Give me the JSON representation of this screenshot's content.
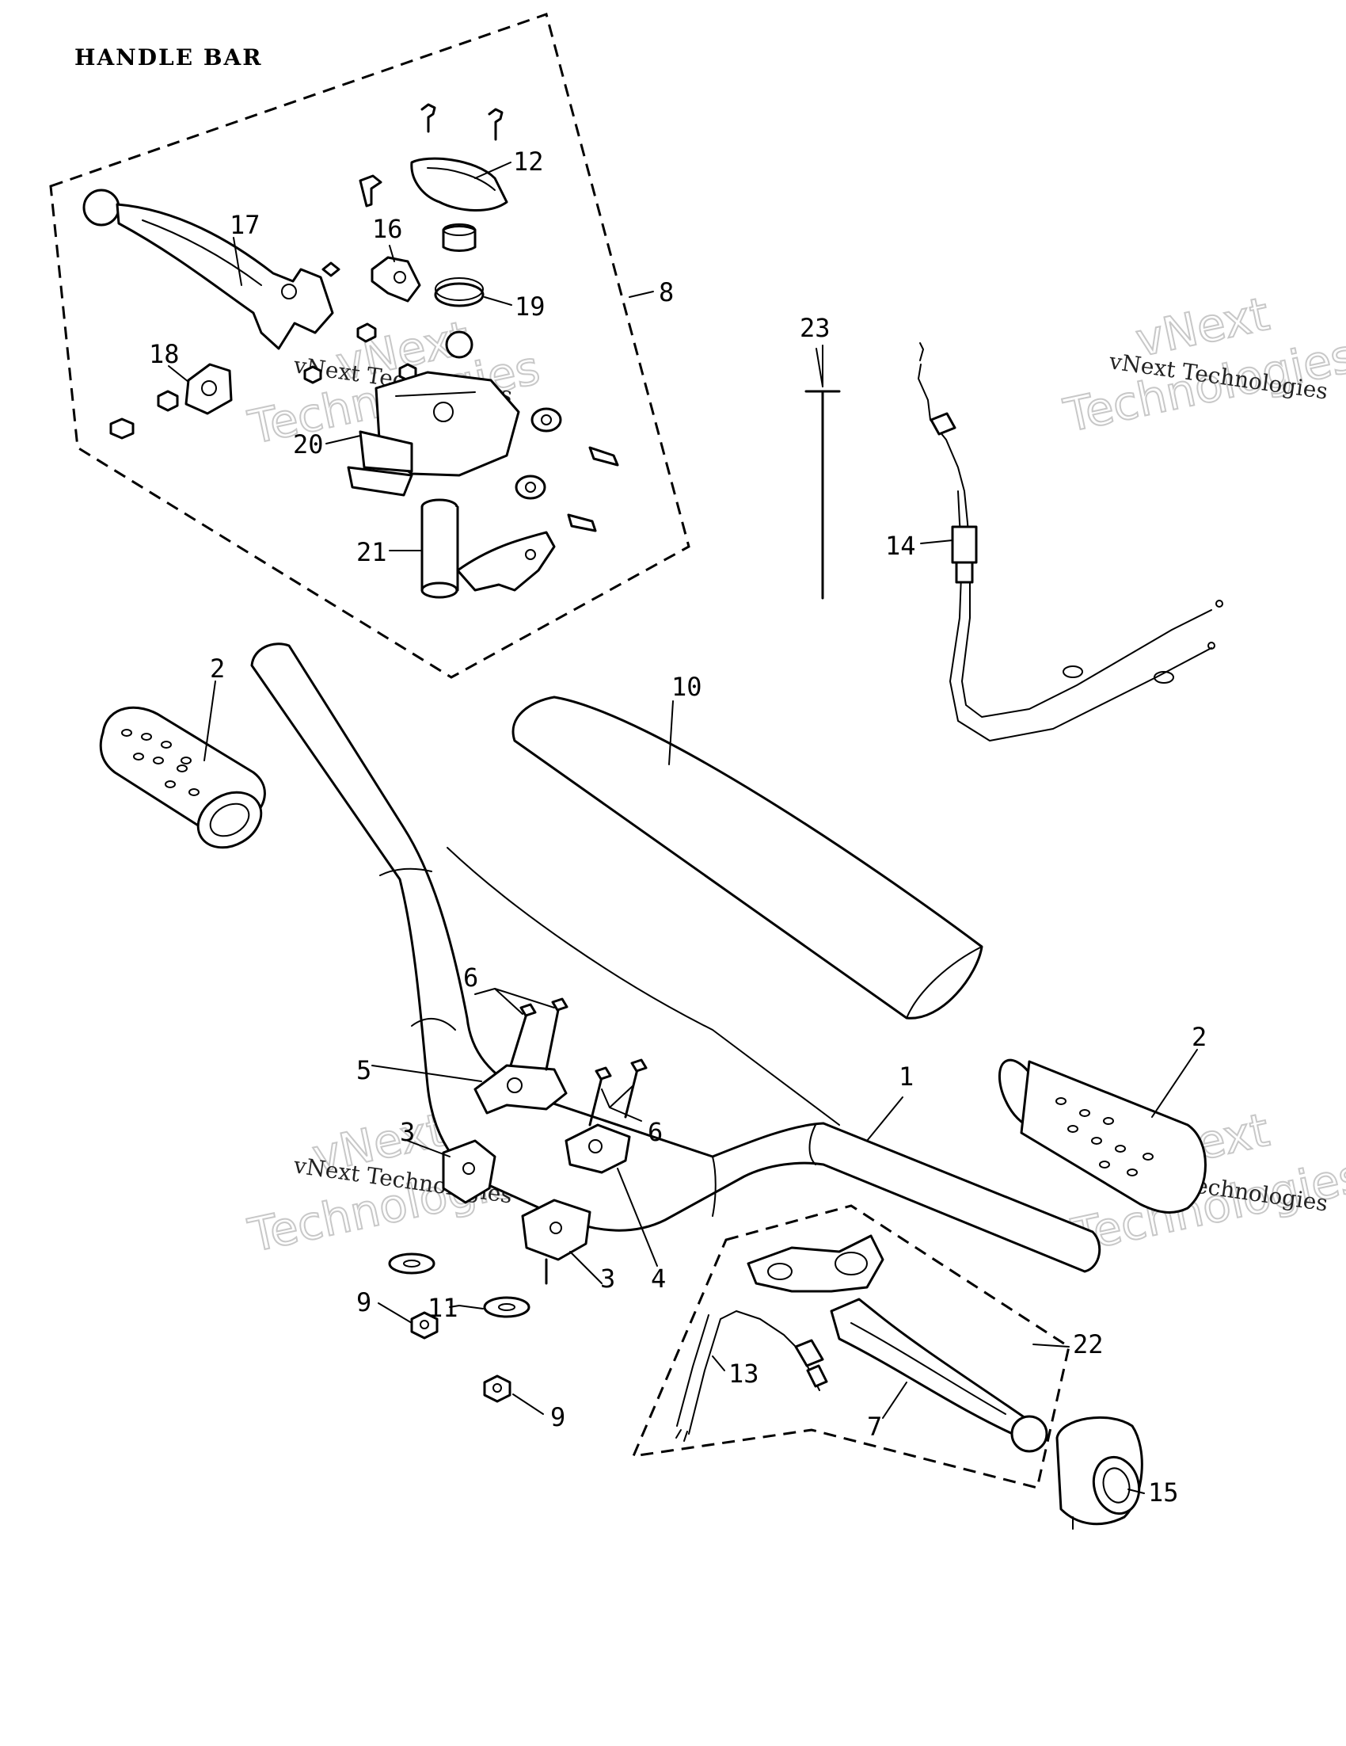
{
  "diagram": {
    "title": "HANDLE BAR",
    "callouts": {
      "c1": "1",
      "c2a": "2",
      "c2b": "2",
      "c3a": "3",
      "c3b": "3",
      "c4": "4",
      "c5": "5",
      "c6a": "6",
      "c6b": "6",
      "c7": "7",
      "c8": "8",
      "c9a": "9",
      "c9b": "9",
      "c10": "10",
      "c11": "11",
      "c12": "12",
      "c13": "13",
      "c14": "14",
      "c15": "15",
      "c16": "16",
      "c17": "17",
      "c18": "18",
      "c19": "19",
      "c20": "20",
      "c21": "21",
      "c22": "22",
      "c23": "23"
    },
    "watermarks": {
      "brand_small": "vNext Technologies",
      "brand_big_1": "vNext",
      "brand_big_2": "Technologies"
    }
  }
}
